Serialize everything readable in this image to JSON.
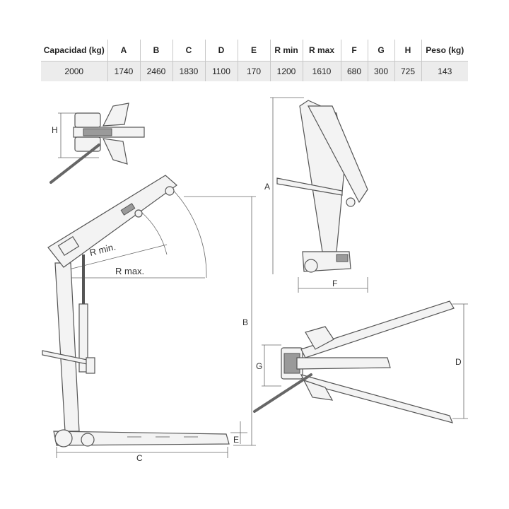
{
  "table": {
    "headers": [
      "Capacidad (kg)",
      "A",
      "B",
      "C",
      "D",
      "E",
      "R min",
      "R max",
      "F",
      "G",
      "H",
      "Peso (kg)"
    ],
    "values": [
      "2000",
      "1740",
      "2460",
      "1830",
      "1100",
      "170",
      "1200",
      "1610",
      "680",
      "300",
      "725",
      "143"
    ]
  },
  "diagram": {
    "labels": {
      "h": "H",
      "b": "B",
      "c": "C",
      "e": "E",
      "rmin": "R min.",
      "rmax": "R max.",
      "a": "A",
      "f": "F",
      "d": "D",
      "g": "G"
    }
  }
}
